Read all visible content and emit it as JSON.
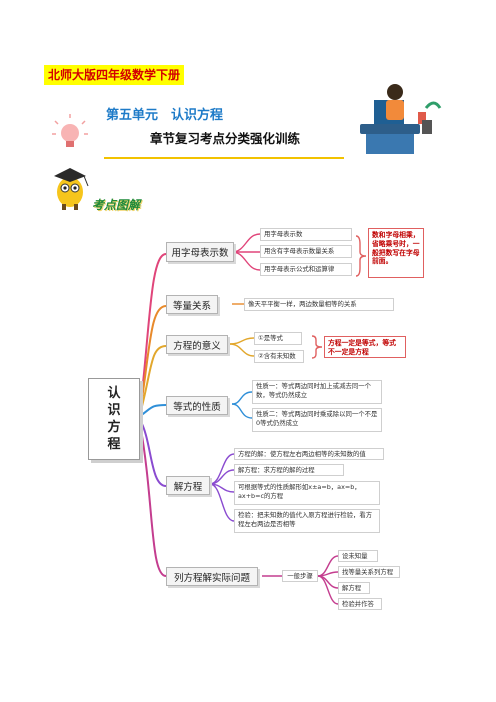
{
  "header": {
    "book_title": "北师大版四年级数学下册",
    "unit_title": "第五单元　认识方程",
    "subtitle": "章节复习考点分类强化训练",
    "section_label": "考点图解"
  },
  "mindmap": {
    "center": "认识方程",
    "branches": [
      {
        "label": "用字母表示数",
        "color": "#e0457a",
        "leaves": [
          "用字母表示数",
          "用含有字母表示数量关系",
          "用字母表示公式和运算律"
        ],
        "note": "数和字母相乘，省略乘号时，一般把数写在字母前面。"
      },
      {
        "label": "等量关系",
        "color": "#e88a2b",
        "leaves": [
          "像天平平衡一样，两边数量相等的关系"
        ]
      },
      {
        "label": "方程的意义",
        "color": "#e2a72c",
        "leaves": [
          "①是等式",
          "②含有未知数"
        ],
        "note": "方程一定是等式，等式不一定是方程"
      },
      {
        "label": "等式的性质",
        "color": "#2f8fd8",
        "leaves": [
          "性质一：等式两边同时加上或减去同一个数，等式仍然成立",
          "性质二：等式两边同时乘或除以同一个不是0等式仍然成立"
        ]
      },
      {
        "label": "解方程",
        "color": "#8a4bd0",
        "leaves": [
          "方程的解：使方程左右两边相等的未知数的值",
          "解方程：求方程的解的过程",
          "可根据等式的性质解形如x±a=b，ax=b，ax+b=c的方程",
          "检验：把未知数的值代入原方程进行检验，看方程左右两边是否相等"
        ]
      },
      {
        "label": "列方程解实际问题",
        "color": "#c43d8f",
        "mid": "一般步骤",
        "leaves": [
          "设未知量",
          "找等量关系列方程",
          "解方程",
          "检验并作答"
        ]
      }
    ]
  }
}
